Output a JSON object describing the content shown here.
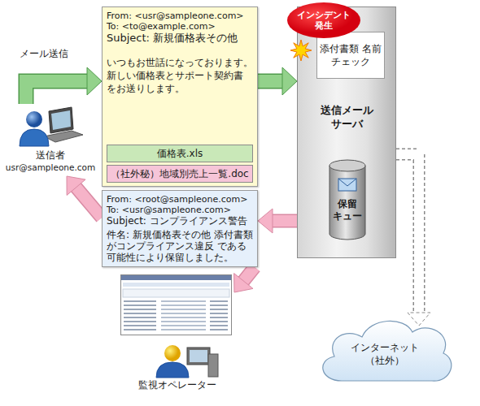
{
  "diagram": {
    "nodes": [
      {
        "text": [
          "送信者",
          "usr@sampleone.com"
        ]
      },
      {
        "text": [
          "From: <usr@sampleone.com>",
          "To: <to@example.com>",
          "Subject: 新規価格表その他",
          "いつもお世話になっております。 新しい価格表とサポート契約書 をお送りします。"
        ]
      },
      {
        "text": [
          "価格表.xls"
        ],
        "in": 1
      },
      {
        "text": [
          "（社外秘）地域別売上一覧.doc"
        ],
        "in": 1
      },
      {
        "text": [
          "インシデント 発生"
        ]
      },
      {
        "text": [
          "送信メール サーバ"
        ]
      },
      {
        "text": [
          "添付書類 名前チェック"
        ],
        "in": 5
      },
      {
        "text": [
          "保留 キュー"
        ],
        "in": 5
      },
      {
        "text": [
          "From: <root@sampleone.com>",
          "To: <usr@sampleone.com>",
          "Subject: コンプライアンス警告",
          "件名: 新規価格表その他 添付書類がコンプライアンス違反 である可能性により保留しました。"
        ]
      },
      {
        "text": [
          "監視オペレーター"
        ]
      },
      {
        "text": [
          "インターネット （社外）"
        ]
      }
    ],
    "edges": [
      {
        "from": 0,
        "to": 1,
        "arrow": "to",
        "label": "メール送信"
      },
      {
        "from": 1,
        "to": 5,
        "arrow": "to"
      },
      {
        "from": 5,
        "to": 8,
        "arrow": "to"
      },
      {
        "from": 8,
        "to": 0,
        "arrow": "to"
      },
      {
        "from": 8,
        "to": 9,
        "arrow": "to"
      },
      {
        "from": 5,
        "to": 10,
        "arrow": "to"
      }
    ]
  }
}
